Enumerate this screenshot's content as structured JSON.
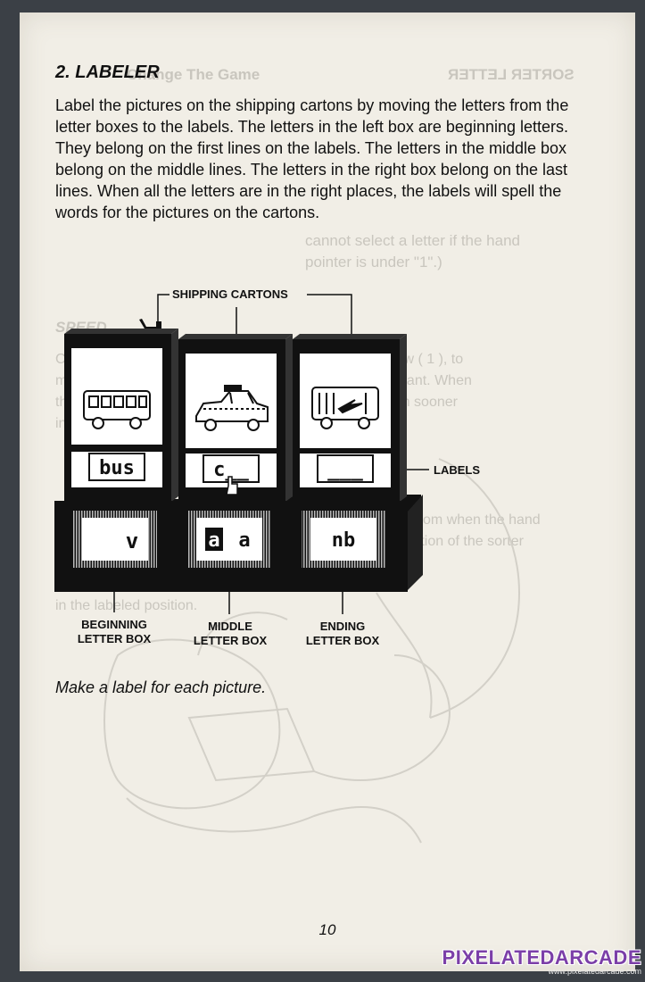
{
  "section": {
    "title": "2. LABELER"
  },
  "body_text": "Label the pictures on the shipping cartons by moving the letters from the letter boxes to the labels. The letters in the left box are beginning letters. They belong on the first lines on the labels. The letters in the middle box belong on the middle lines. The letters in the right box belong on the last lines. When all the letters are in the right places, the labels will spell the words for the pictures on the cartons.",
  "callouts": {
    "shipping_cartons": "SHIPPING CARTONS",
    "labels": "LABELS",
    "beginning_line1": "BEGINNING",
    "beginning_line2": "LETTER BOX",
    "middle_line1": "MIDDLE",
    "middle_line2": "LETTER BOX",
    "ending_line1": "ENDING",
    "ending_line2": "LETTER BOX"
  },
  "cartons": [
    {
      "picture": "bus-icon",
      "label": "bus"
    },
    {
      "picture": "taxi-car-icon",
      "label": "c__"
    },
    {
      "picture": "van-icon",
      "label": "___"
    }
  ],
  "letter_boxes": {
    "beginning": "v",
    "middle_first": "a",
    "middle_second": "a",
    "ending": "nb"
  },
  "caption": "Make a label for each picture.",
  "page_number": "10",
  "watermark": {
    "name": "PIXELATEDARCADE",
    "url": "www.pixelatedarcade.com"
  },
  "colors": {
    "paper": "#f1eee6",
    "ink": "#111111",
    "ghost": "#c9c6be",
    "watermark": "#7b3fa8"
  }
}
